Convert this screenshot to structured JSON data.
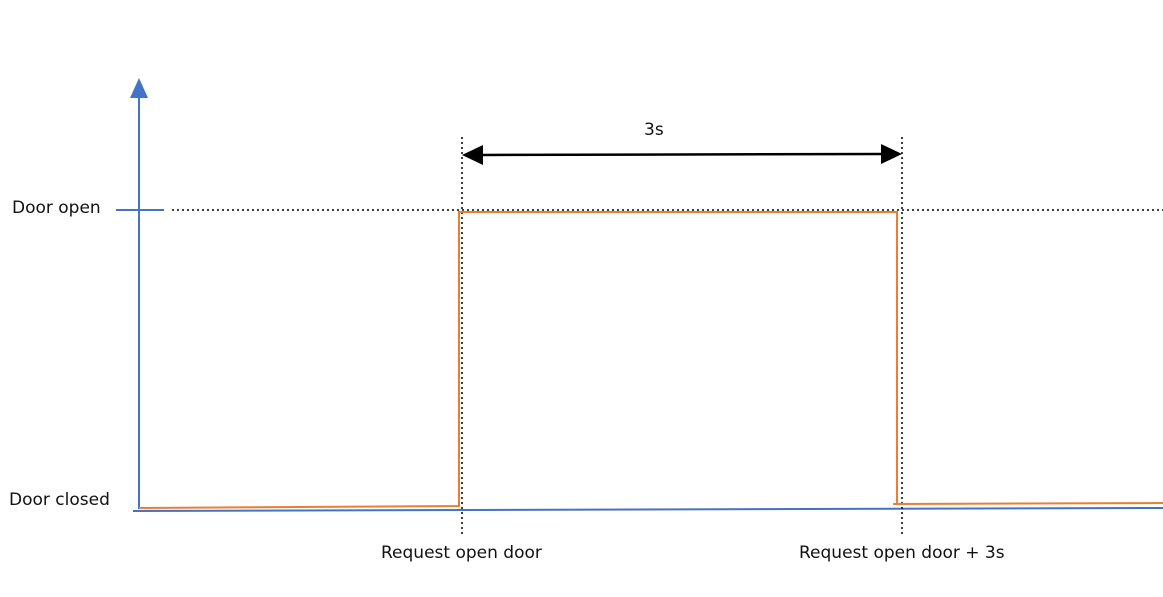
{
  "diagram": {
    "y_states": {
      "open_label": "Door open",
      "closed_label": "Door closed"
    },
    "duration_label": "3s",
    "events": [
      {
        "label": "Request open door"
      },
      {
        "label": "Request open door + 3s"
      }
    ],
    "colors": {
      "axis": "#4472C4",
      "signal": "#ED7D31",
      "guide": "#000000",
      "arrow": "#000000"
    }
  }
}
